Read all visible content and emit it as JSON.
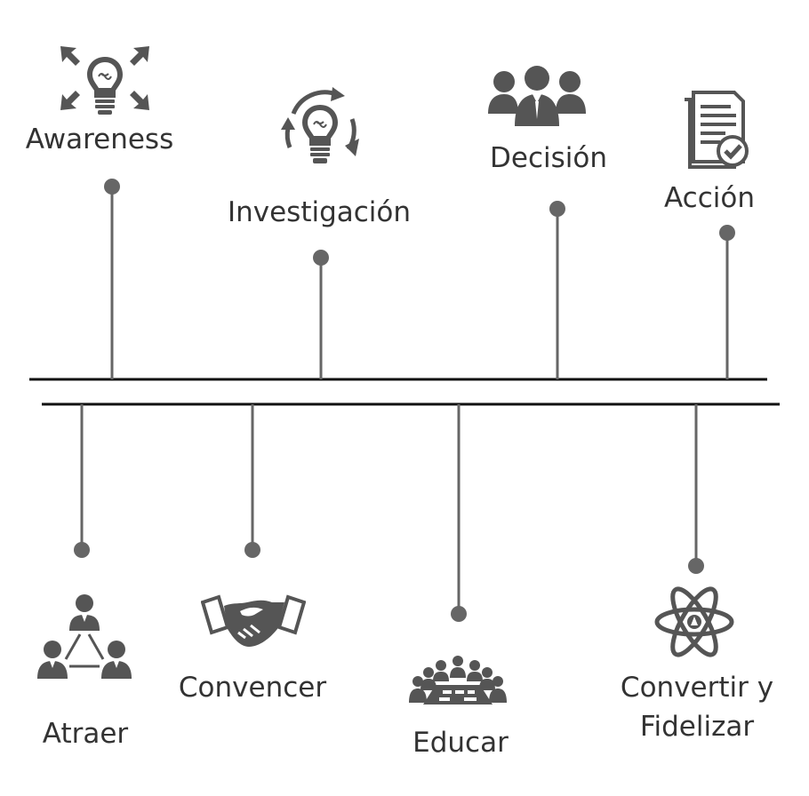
{
  "colors": {
    "line": "#111111",
    "stem": "#666666",
    "icon": "#555555",
    "text": "#333333"
  },
  "top_stages": [
    {
      "label": "Awareness",
      "icon": "lightbulb-arrows-icon"
    },
    {
      "label": "Investigación",
      "icon": "lightbulb-cycle-icon"
    },
    {
      "label": "Decisión",
      "icon": "business-team-icon"
    },
    {
      "label": "Acción",
      "icon": "document-check-icon"
    }
  ],
  "bottom_stages": [
    {
      "label": "Atraer",
      "icon": "people-network-icon"
    },
    {
      "label": "Convencer",
      "icon": "handshake-icon"
    },
    {
      "label": "Educar",
      "icon": "meeting-table-icon"
    },
    {
      "label_line1": "Convertir y",
      "label_line2": "Fidelizar",
      "icon": "atom-icon"
    }
  ]
}
